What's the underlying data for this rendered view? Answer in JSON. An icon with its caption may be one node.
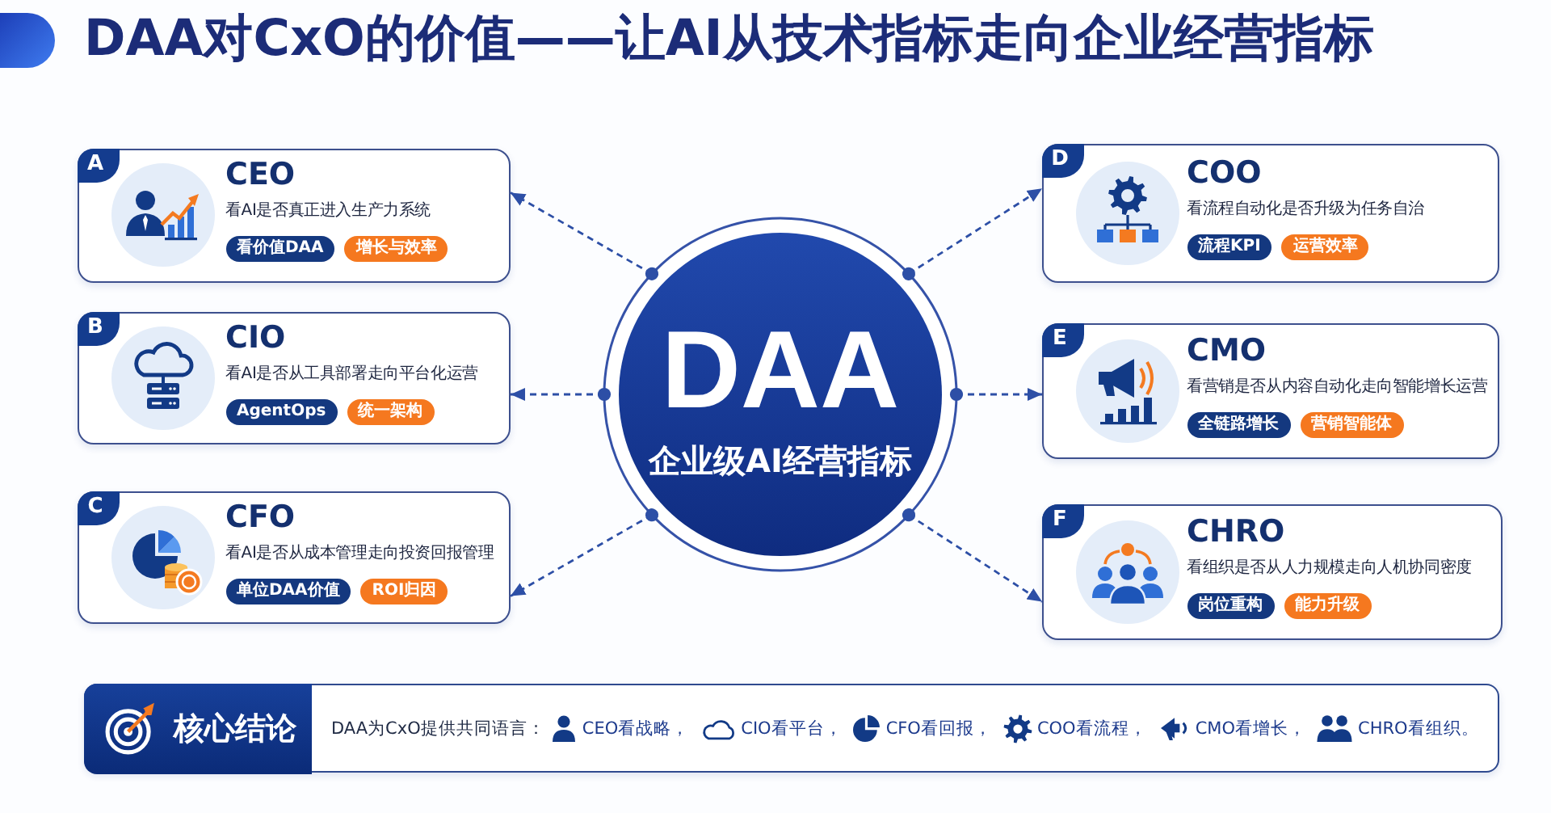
{
  "diagram": {
    "title": "DAA对CxO的价值——让AI从技术指标走向企业经营指标",
    "nodes": [
      {
        "text": [
          "A",
          "CEO",
          "看AI是否真正进入生产力系统"
        ]
      },
      {
        "text": [
          "看价值DAA"
        ],
        "in": 0
      },
      {
        "text": [
          "增长与效率"
        ],
        "in": 0
      },
      {
        "text": [
          "B",
          "CIO",
          "看AI是否从工具部署走向平台化运营"
        ]
      },
      {
        "text": [
          "AgentOps"
        ],
        "in": 3
      },
      {
        "text": [
          "统一架构"
        ],
        "in": 3
      },
      {
        "text": [
          "C",
          "CFO",
          "看AI是否从成本管理走向投资回报管理"
        ]
      },
      {
        "text": [
          "单位DAA价值"
        ],
        "in": 6
      },
      {
        "text": [
          "ROI归因"
        ],
        "in": 6
      },
      {
        "text": [
          "DAA",
          "企业级AI经营指标"
        ]
      },
      {
        "text": [
          "D",
          "COO",
          "看流程自动化是否升级为任务自治"
        ]
      },
      {
        "text": [
          "流程KPI"
        ],
        "in": 10
      },
      {
        "text": [
          "运营效率"
        ],
        "in": 10
      },
      {
        "text": [
          "E",
          "CMO",
          "看营销是否从内容自动化走向智能增长运营"
        ]
      },
      {
        "text": [
          "全链路增长"
        ],
        "in": 13
      },
      {
        "text": [
          "营销智能体"
        ],
        "in": 13
      },
      {
        "text": [
          "F",
          "CHRO",
          "看组织是否从人力规模走向人机协同密度"
        ]
      },
      {
        "text": [
          "岗位重构"
        ],
        "in": 16
      },
      {
        "text": [
          "能力升级"
        ],
        "in": 16
      },
      {
        "text": [
          "DAA为CxO提供共同语言：",
          "CEO看战略，",
          "CIO看平台，",
          "CFO看回报，",
          "COO看流程，",
          "CMO看增长，",
          "CHRO看组织。"
        ]
      },
      {
        "text": [
          "核心结论"
        ],
        "in": 19
      }
    ],
    "edges": [
      {
        "from": 9,
        "to": 0,
        "arrow": "to",
        "style": "dashed"
      },
      {
        "from": 9,
        "to": 3,
        "arrow": "to",
        "style": "dashed"
      },
      {
        "from": 9,
        "to": 6,
        "arrow": "to",
        "style": "dashed"
      },
      {
        "from": 9,
        "to": 10,
        "arrow": "to",
        "style": "dashed"
      },
      {
        "from": 9,
        "to": 13,
        "arrow": "to",
        "style": "dashed"
      },
      {
        "from": 9,
        "to": 16,
        "arrow": "to",
        "style": "dashed"
      }
    ]
  }
}
